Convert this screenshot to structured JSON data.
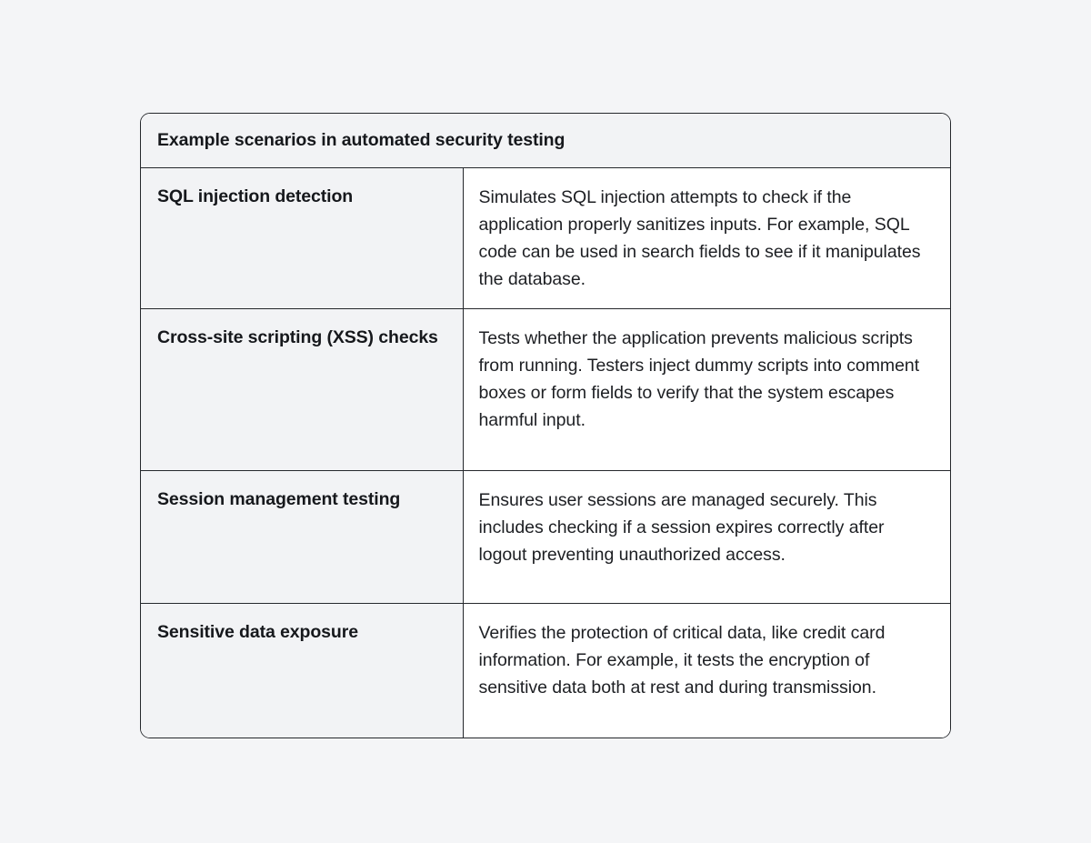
{
  "page": {
    "background_color": "#f4f5f7"
  },
  "table": {
    "border_color": "#25282c",
    "label_column_background": "#f2f3f5",
    "description_column_background": "#ffffff",
    "text_color": "#16181c",
    "caption": "Example scenarios in automated security testing",
    "rows": [
      {
        "label": "SQL injection detection",
        "description": "Simulates SQL injection attempts to check if the application properly sanitizes inputs. For example, SQL code can be used in search fields to see if it manipulates the database."
      },
      {
        "label": "Cross-site scripting (XSS) checks",
        "description": "Tests whether the application prevents malicious scripts from running. Testers inject dummy scripts into comment boxes or form fields to verify that the system escapes harmful input."
      },
      {
        "label": "Session management testing",
        "description": "Ensures user sessions are managed securely. This includes checking if a session expires correctly after logout preventing unauthorized access."
      },
      {
        "label": "Sensitive data exposure",
        "description": "Verifies the protection of critical data, like credit card information. For example, it tests the encryption of sensitive data both at rest and during transmission."
      }
    ]
  }
}
